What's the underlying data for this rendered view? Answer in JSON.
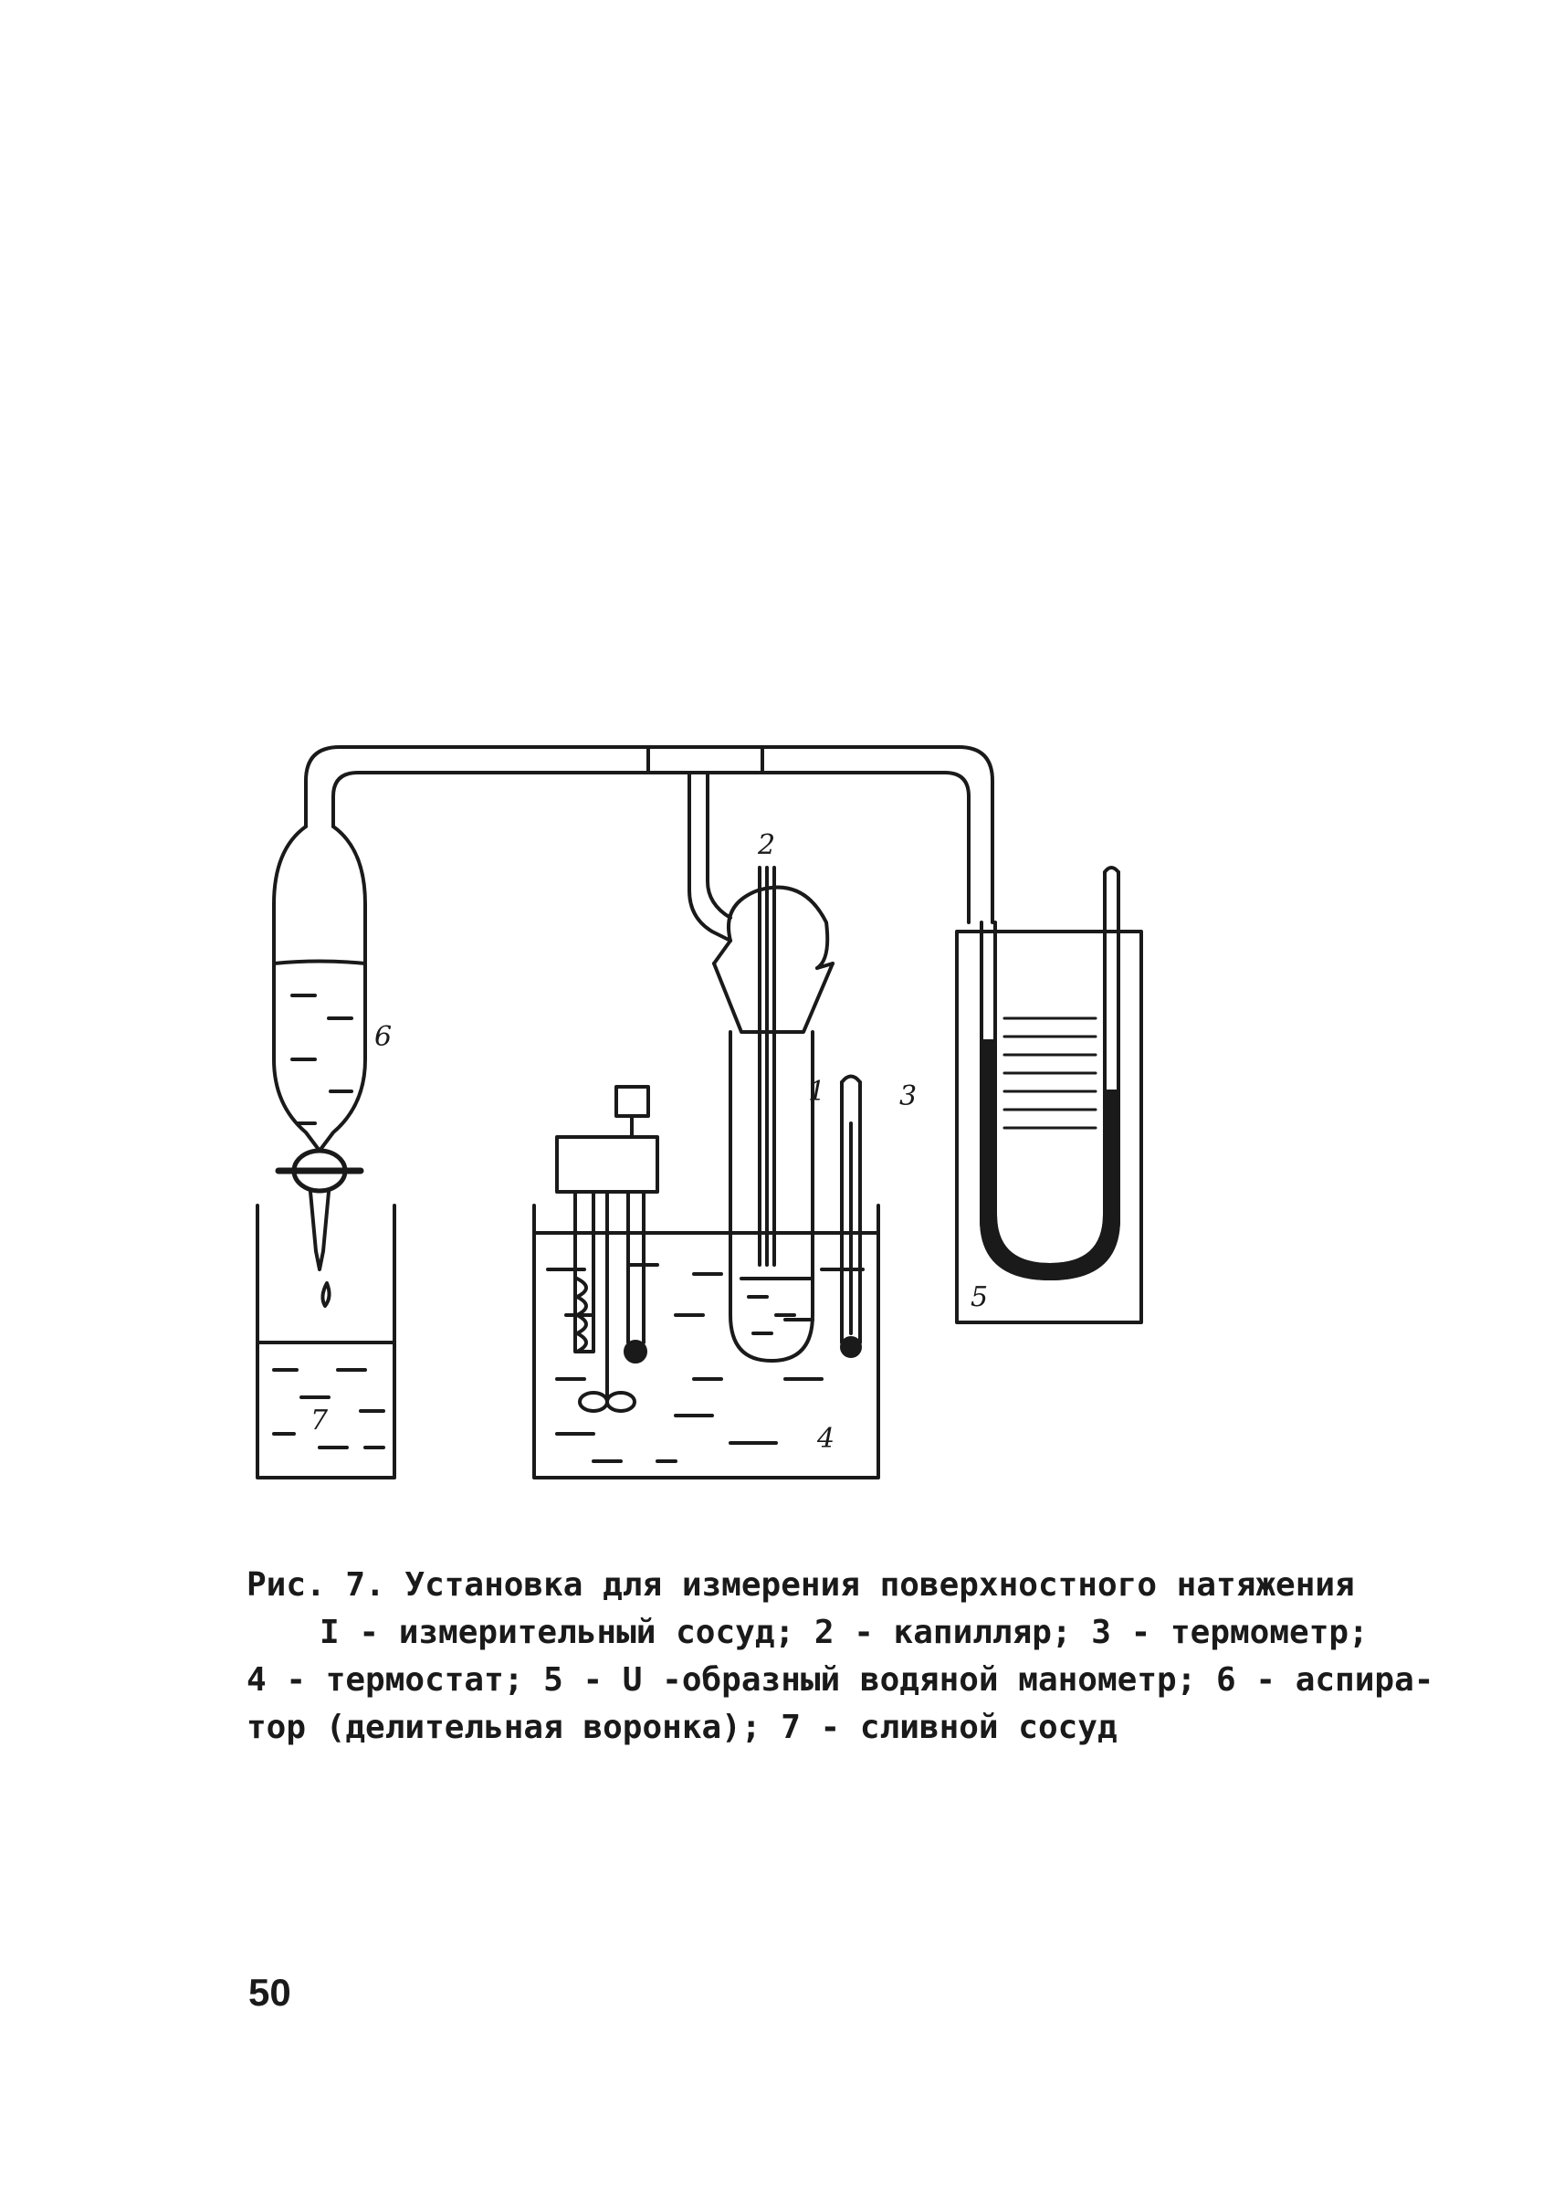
{
  "labels": {
    "l1": "1",
    "l2": "2",
    "l3": "3",
    "l4": "4",
    "l5": "5",
    "l6": "6",
    "l7": "7"
  },
  "caption": {
    "title": "Рис. 7. Установка для измерения поверхностного натяжения",
    "line2": "I - измерительный сосуд; 2 - капилляр; 3 - термометр;",
    "line3": "4 - термостат; 5 - U -образный водяной манометр; 6 - аспира-",
    "line4": "тор (делительная воронка); 7 - сливной сосуд"
  },
  "page_number": "50"
}
